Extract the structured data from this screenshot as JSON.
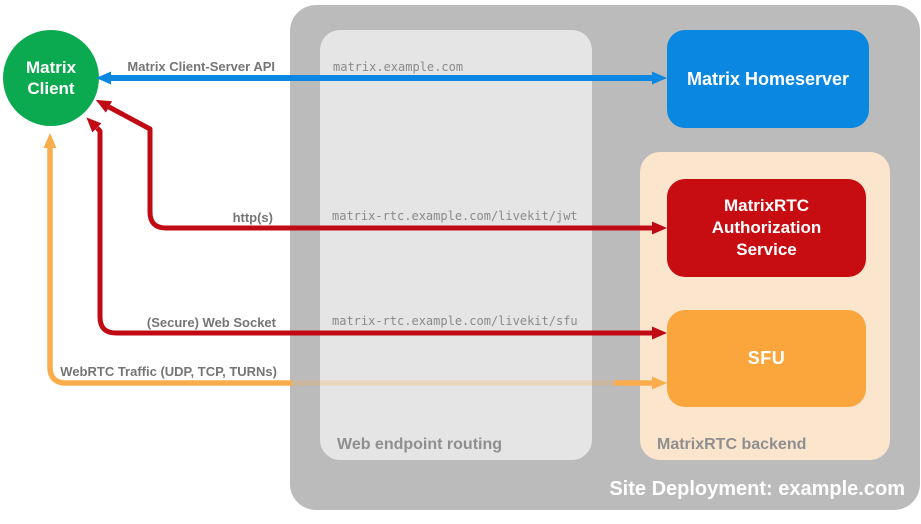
{
  "colors": {
    "green": "#0caa50",
    "blue": "#0a87e0",
    "red": "#c80d12",
    "red_arrow": "#c00a14",
    "sfu_orange": "#faa63d",
    "orange_arrow": "#f9ad4d",
    "peach": "#fce5cd",
    "outer_gray": "#bbbbbb",
    "inner_gray": "#e5e5e5",
    "zone_label_gray": "#8f8f8f",
    "label_gray": "#757575",
    "url_gray": "#8a8a8a"
  },
  "nodes": {
    "client": {
      "line1": "Matrix",
      "line2": "Client"
    },
    "homeserver": {
      "label": "Matrix Homeserver"
    },
    "auth": {
      "label": "MatrixRTC Authorization Service"
    },
    "sfu": {
      "label": "SFU"
    }
  },
  "zones": {
    "site": {
      "label": "Site Deployment: example.com"
    },
    "routing": {
      "label": "Web endpoint routing"
    },
    "backend": {
      "label": "MatrixRTC backend"
    }
  },
  "arrows": {
    "api": {
      "label": "Matrix Client-Server API",
      "url": "matrix.example.com"
    },
    "http": {
      "label": "http(s)",
      "url": "matrix-rtc.example.com/livekit/jwt"
    },
    "ws": {
      "label": "(Secure) Web Socket",
      "url": "matrix-rtc.example.com/livekit/sfu"
    },
    "webrtc": {
      "label": "WebRTC Traffic (UDP, TCP, TURNs)"
    }
  }
}
